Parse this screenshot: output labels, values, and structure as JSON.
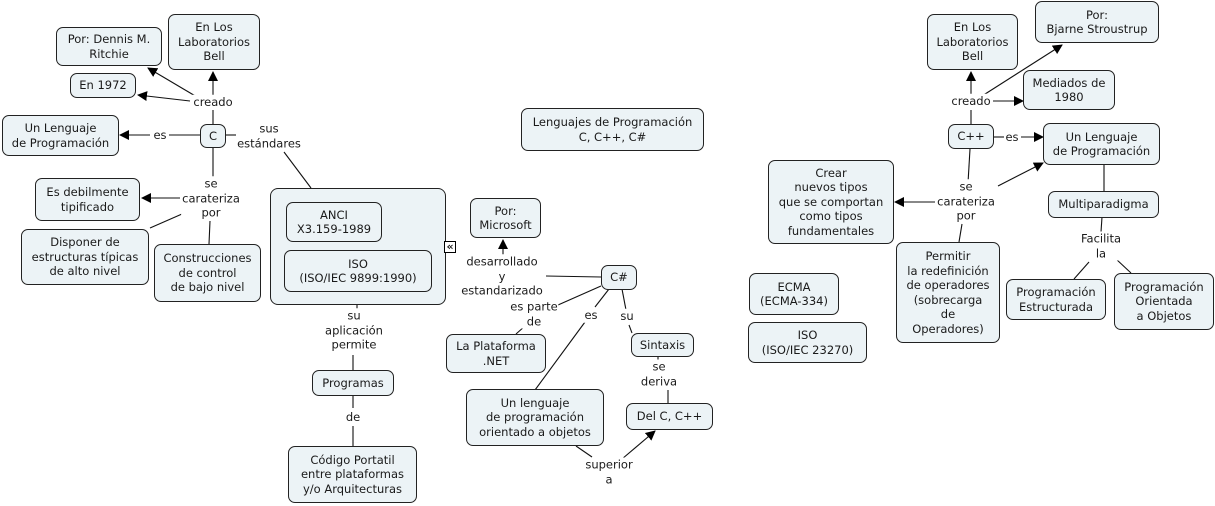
{
  "map_title": "Lenguajes de Programación\nC, C++, C#",
  "c_map": {
    "concept": "C",
    "by": "Por: Dennis M.\nRitchie",
    "place": "En Los\nLaboratorios\nBell",
    "year": "En 1972",
    "is": "Un Lenguaje\nde Programación",
    "weak": "Es debilmente\ntipificado",
    "high_level": "Disponer de\nestructuras típicas\nde alto nivel",
    "low_level": "Construcciones\nde control\nde bajo nivel",
    "std_ansi": "ANCI\nX3.159-1989",
    "std_iso": "ISO\n(ISO/IEC 9899:1990)",
    "programs": "Programas",
    "portable": "Código Portatil\nentre plataformas\ny/o  Arquitecturas",
    "links": {
      "created": "creado",
      "is": "es",
      "standards": "sus\nestándares",
      "characterized": "se\ncarateriza\npor",
      "application": "su\naplicación\npermite",
      "of": "de"
    }
  },
  "csharp_map": {
    "concept": "C#",
    "by": "Por:\nMicrosoft",
    "platform": "La Plataforma\n.NET",
    "oop": "Un lenguaje\nde programación\norientado a objetos",
    "syntax": "Sintaxis",
    "derived": "Del C, C++",
    "std_ecma": "ECMA\n(ECMA-334)",
    "std_iso": "ISO\n(ISO/IEC 23270)",
    "links": {
      "developed": "desarrollado\ny\nestandarizado",
      "part_of": "es parte\nde",
      "is": "es",
      "its": "su",
      "derives": "se\nderiva",
      "superior": "superior\na"
    }
  },
  "cpp_map": {
    "concept": "C++",
    "place": "En Los\nLaboratorios\nBell",
    "by": "Por:\nBjarne Stroustrup",
    "date": "Mediados de\n1980",
    "is": "Un Lenguaje\nde Programación",
    "new_types": "Crear\nnuevos tipos\nque se comportan\ncomo tipos\nfundamentales",
    "overload": "Permitir\nla redefinición\nde operadores\n(sobrecarga\nde\nOperadores)",
    "multiparadigm": "Multiparadigma",
    "structured": "Programación\nEstructurada",
    "object_oriented": "Programación\nOrientada\na Objetos",
    "links": {
      "created": "creado",
      "is": "es",
      "characterized": "se\ncarateriza\npor",
      "facilitates": "Facilita\nla"
    }
  },
  "collapse_icon": "«"
}
